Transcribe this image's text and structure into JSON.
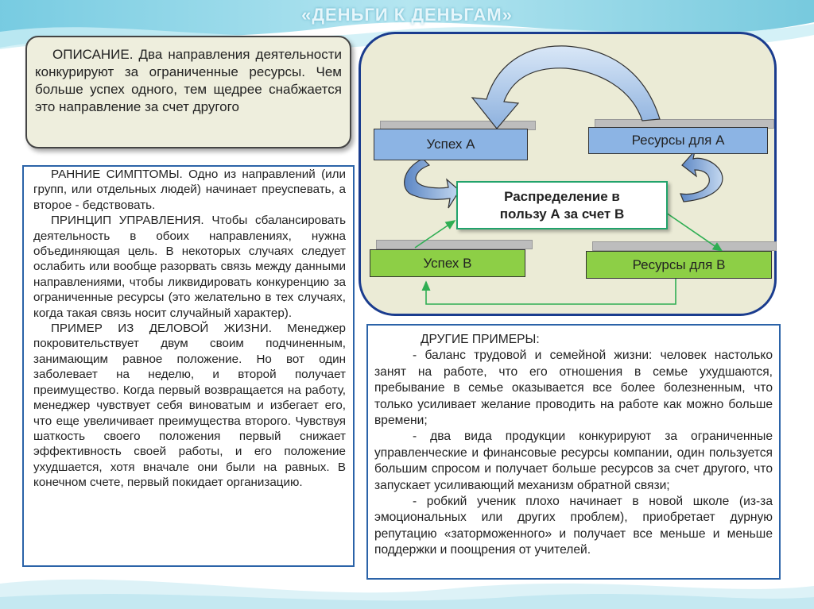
{
  "title": "«ДЕНЬГИ К ДЕНЬГАМ»",
  "description": "ОПИСАНИЕ. Два направления деятельности конкурируют за ограниченные ресурсы. Чем больше успех одного, тем щедрее снабжается это направление за счет другого",
  "diagram": {
    "nodes": {
      "success_a": "Успех А",
      "resources_a": "Ресурсы для А",
      "center_line1": "Распределение в",
      "center_line2": "пользу А за счет В",
      "success_b": "Успех В",
      "resources_b": "Ресурсы для В"
    }
  },
  "symptoms": {
    "early": "РАННИЕ СИМПТОМЫ. Одно из направлений (или групп, или отдельных людей) начинает преуспевать, а второе - бедствовать.",
    "principle": "ПРИНЦИП УПРАВЛЕНИЯ. Чтобы сбалансировать деятельность в обоих направлениях, нужна объединяющая цель. В некоторых случаях следует ослабить или вообще разорвать связь между данными направлениями, чтобы ликвидировать конкуренцию за ограниченные ресурсы (это желательно в тех случаях, когда такая связь носит случайный характер).",
    "example": "ПРИМЕР ИЗ ДЕЛОВОЙ ЖИЗНИ. Менеджер покровительствует двум своим подчиненным, занимающим равное положение. Но вот один заболевает на неделю, и второй получает преимущество. Когда первый возвращается на работу, менеджер чувствует себя виноватым и избегает его, что еще увеличивает преимущества второго. Чувствуя шаткость своего положения первый снижает эффективность своей работы, и его положение ухудшается, хотя вначале они были на равных. В конечном счете, первый покидает организацию."
  },
  "examples": {
    "heading": "ДРУГИЕ ПРИМЕРЫ:",
    "items": [
      "- баланс трудовой и семейной жизни: человек настолько занят на работе, что его отношения в семье ухудшаются, пребывание в семье оказывается все более болезненным, что только усиливает желание проводить на работе как можно больше времени;",
      "- два вида продукции конкурируют за ограниченные управленческие и финансовые ресурсы компании, один пользуется большим спросом и получает больше ресурсов за счет другого, что запускает усиливающий механизм обратной связи;",
      "- робкий ученик плохо начинает в новой школе (из-за эмоциональных или других проблем), приобретает дурную репутацию «заторможенного» и получает все меньше и меньше поддержки и поощрения от учителей."
    ]
  },
  "colors": {
    "blue_node": "#8cb4e4",
    "green_node": "#8dcf46",
    "panel_border": "#1a3c8e",
    "box_border": "#2b63a8",
    "center_border": "#21a36b"
  }
}
